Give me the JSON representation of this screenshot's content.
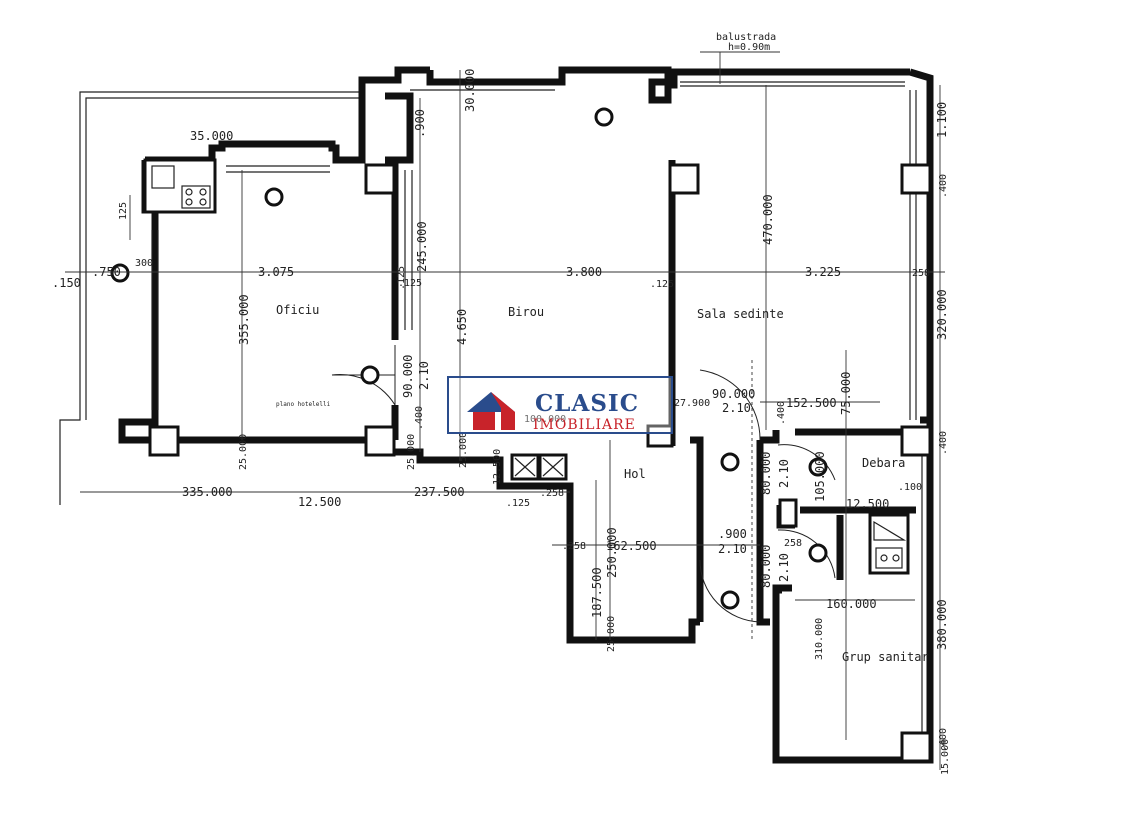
{
  "rooms": {
    "oficiu": "Oficiu",
    "birou": "Birou",
    "sala": "Sala sedinte",
    "hol": "Hol",
    "debara": "Debara",
    "grup": "Grup sanitar"
  },
  "notes": {
    "balustrada": "balustrada",
    "balustrada_h": "h=0.90m",
    "small_note": "plano hotelelli"
  },
  "dimensions": {
    "d3075": "3.075",
    "d3800": "3.800",
    "d3225": "3.225",
    "d4650": "4.650",
    "d355": "355.000",
    "d245": "245.000",
    "d470": "470.000",
    "d320": "320.000",
    "d380": "380.000",
    "d335": "335.000",
    "d12500a": "12.500",
    "d2375": "237.500",
    "d1625": "162.500",
    "d1525": "152.500",
    "d160": "160.000",
    "d1875": "187.500",
    "d250": "250.000",
    "d35": "35.000",
    "d30": "30.000",
    "d900a": ".900",
    "d900b": ".900",
    "d1100": "1.100",
    "d125a": "125",
    "d125b": ".125",
    "d125c": ".125",
    "d125d": ".125",
    "d125e": ".125",
    "d750": ".750",
    "d150": ".150",
    "d300": "300",
    "d258a": "258",
    "d258b": ".258",
    "d258c": ".258",
    "d258d": "258",
    "d90a": "90.000",
    "d90b": "90.000",
    "d210a": "2.10",
    "d210b": "2.10",
    "d210c": "2.10",
    "d210d": "2.10",
    "d210e": "2.10",
    "d100": "100.000",
    "d279": "27.900",
    "d80a": "80.000",
    "d80b": "80.000",
    "d105": "105.000",
    "d125f": "12.500",
    "d100b": ".100",
    "d75": "75.000",
    "d310": "310.000",
    "d15": "15.000",
    "d25a": "25.000",
    "d25b": "25.000",
    "d25c": "25.000",
    "d25d": "25.000",
    "d1250": "12.500",
    "d40a": ".400",
    "d40b": ".400",
    "d40c": ".400",
    "d40d": ".400",
    "d40e": ".400"
  },
  "logo": {
    "brand": "CLASIC",
    "sub": "IMOBILIARE",
    "colors": {
      "blue": "#2a4c8c",
      "red": "#c8232a"
    }
  }
}
